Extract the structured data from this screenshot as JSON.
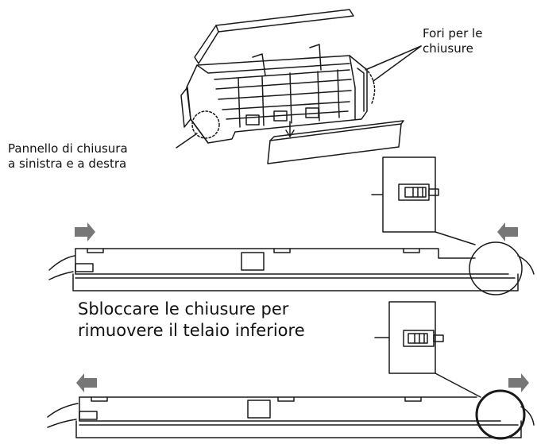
{
  "labels": {
    "fori_line1": "Fori per le",
    "fori_line2": "chiusure",
    "pannello_line1": "Pannello di chiusura",
    "pannello_line2": "a sinistra e a destra",
    "sbloccare_line1": "Sbloccare le chiusure per",
    "sbloccare_line2": "rimuovere il telaio inferiore"
  },
  "colors": {
    "line": "#1a1a1a",
    "arrow": "#777777",
    "background": "#ffffff"
  },
  "icons": [
    "arrow-right-icon",
    "arrow-left-icon",
    "arrow-down-icon"
  ]
}
